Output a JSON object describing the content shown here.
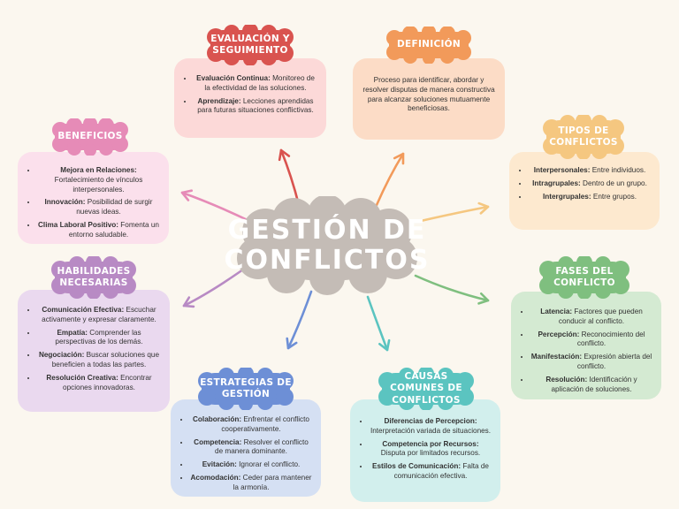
{
  "title": "GESTIÓN DE CONFLICTOS",
  "colors": {
    "background": "#fbf7ef",
    "center": "#c4bcb6",
    "evaluacion": "#d9534f",
    "definicion": "#f29a5a",
    "beneficios": "#e68bb7",
    "tipos": "#f5c780",
    "habilidades": "#b88ac4",
    "fases": "#7fbf7f",
    "estrategias": "#6d8fd6",
    "causas": "#5bc4c0"
  },
  "nodes": {
    "evaluacion": {
      "heading": "EVALUACIÓN Y SEGUIMIENTO",
      "items": [
        {
          "term": "Evaluación Continua:",
          "text": " Monitoreo de la efectividad de las soluciones."
        },
        {
          "term": "Aprendizaje:",
          "text": " Lecciones aprendidas para futuras situaciones conflictivas."
        }
      ]
    },
    "definicion": {
      "heading": "DEFINICIÓN",
      "text": "Proceso para identificar, abordar y resolver disputas de manera constructiva para alcanzar soluciones mutuamente beneficiosas."
    },
    "beneficios": {
      "heading": "BENEFICIOS",
      "items": [
        {
          "term": "Mejora en Relaciones:",
          "text": " Fortalecimiento de vínculos interpersonales."
        },
        {
          "term": "Innovación:",
          "text": " Posibilidad de surgir nuevas ideas."
        },
        {
          "term": "Clima Laboral Positivo:",
          "text": " Fomenta un entorno saludable."
        }
      ]
    },
    "tipos": {
      "heading": "TIPOS DE CONFLICTOS",
      "items": [
        {
          "term": "Interpersonales:",
          "text": " Entre individuos."
        },
        {
          "term": "Intragrupales:",
          "text": " Dentro de un grupo."
        },
        {
          "term": "Intergrupales:",
          "text": " Entre grupos."
        }
      ]
    },
    "habilidades": {
      "heading": "HABILIDADES NECESARIAS",
      "items": [
        {
          "term": "Comunicación Efectiva:",
          "text": " Escuchar activamente y expresar claramente."
        },
        {
          "term": "Empatía:",
          "text": " Comprender las perspectivas de los demás."
        },
        {
          "term": "Negociación:",
          "text": " Buscar soluciones que beneficien a todas las partes."
        },
        {
          "term": "Resolución Creativa:",
          "text": " Encontrar opciones innovadoras."
        }
      ]
    },
    "fases": {
      "heading": "FASES DEL CONFLICTO",
      "items": [
        {
          "term": "Latencia:",
          "text": " Factores que pueden conducir al conflicto."
        },
        {
          "term": "Percepción:",
          "text": " Reconocimiento del conflicto."
        },
        {
          "term": "Manifestación:",
          "text": " Expresión abierta del conflicto."
        },
        {
          "term": "Resolución:",
          "text": " Identificación y aplicación de soluciones."
        }
      ]
    },
    "estrategias": {
      "heading": "ESTRATEGIAS DE GESTIÓN",
      "items": [
        {
          "term": "Colaboración:",
          "text": " Enfrentar el conflicto cooperativamente."
        },
        {
          "term": "Competencia:",
          "text": " Resolver el conflicto de manera dominante."
        },
        {
          "term": "Evitación:",
          "text": " Ignorar el conflicto."
        },
        {
          "term": "Acomodación:",
          "text": " Ceder para mantener la armonía."
        }
      ]
    },
    "causas": {
      "heading": "CAUSAS COMUNES DE CONFLICTOS",
      "items": [
        {
          "term": "Diferencias de Percepcion:",
          "text": " Interpretación variada de situaciones."
        },
        {
          "term": "Competencia por Recursos:",
          "text": " Disputa por limitados recursos."
        },
        {
          "term": "Estilos de Comunicación:",
          "text": " Falta de comunicación efectiva."
        }
      ]
    }
  }
}
